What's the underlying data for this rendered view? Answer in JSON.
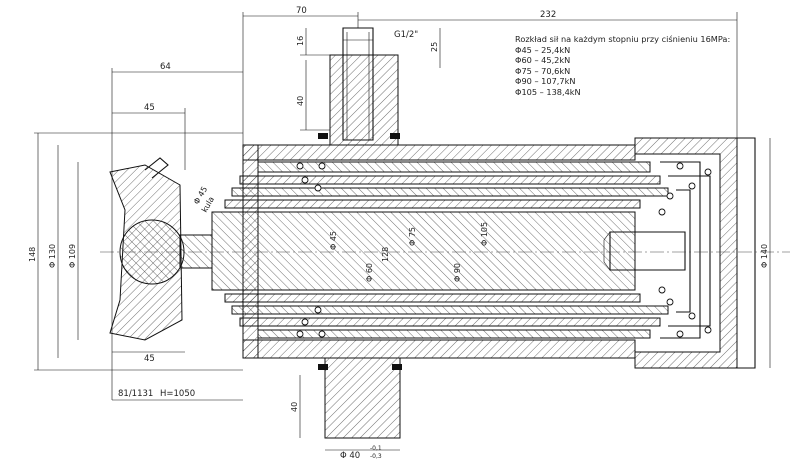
{
  "force_note": {
    "heading": "Rozkład sił na każdym stopniu przy ciśnieniu 16MPa:",
    "items": [
      "Φ45 – 25,4kN",
      "Φ60 – 45,2kN",
      "Φ75 – 70,6kN",
      "Φ90 – 107,7kN",
      "Φ105 – 138,4kN"
    ]
  },
  "dimensions": {
    "d70": "70",
    "d232": "232",
    "d64": "64",
    "d45_top": "45",
    "d45_bottom": "45",
    "d16": "16",
    "d25": "25",
    "thread": "G1/2\"",
    "d40_top": "40",
    "d40_bottom": "40",
    "d148": "148",
    "d130": "Φ 130",
    "d109": "Φ 109",
    "d140": "Φ 140",
    "stroke_code": "81/1131",
    "stroke_h": "H=1050",
    "ball_label": "Φ 45",
    "ball_word": "kula",
    "stage45": "Φ 45",
    "stage60": "Φ 60",
    "stage75": "Φ 75",
    "stage90": "Φ 90",
    "stage105": "Φ 105",
    "d128": "128",
    "pin_diameter": "Φ 40",
    "pin_tol_upper": "-0,1",
    "pin_tol_lower": "-0,3"
  }
}
